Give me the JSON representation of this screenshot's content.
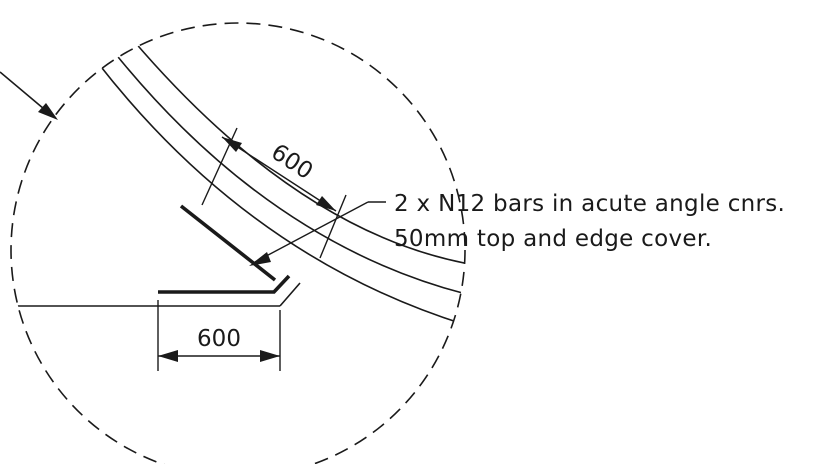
{
  "detail": {
    "dimensions": {
      "diagonal": "600",
      "horizontal": "600"
    },
    "note": {
      "line1": "2 x N12 bars in acute angle cnrs.",
      "line2": "50mm top and edge cover."
    }
  },
  "colors": {
    "ink": "#1a1a1a",
    "background": "#ffffff"
  }
}
